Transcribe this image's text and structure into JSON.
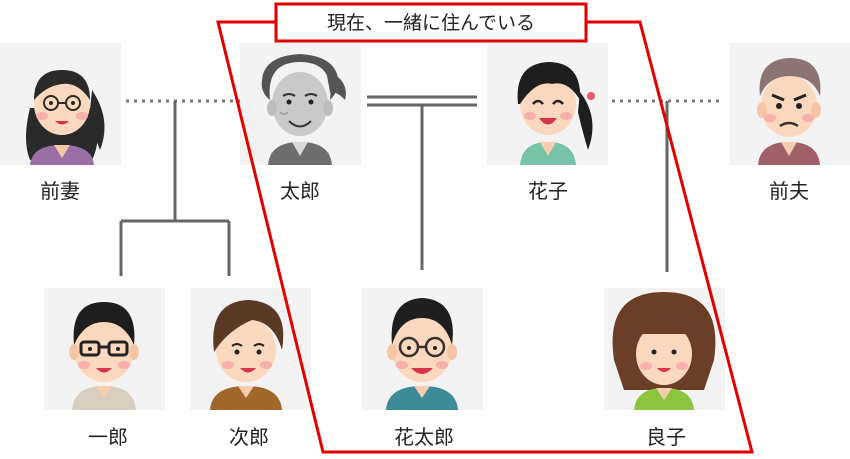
{
  "title": "現在、一緒に住んでいる",
  "people": {
    "zensai": "前妻",
    "taro": "太郎",
    "hanako": "花子",
    "zenfu": "前夫",
    "ichiro": "一郎",
    "jiro": "次郎",
    "hanataro": "花太郎",
    "ryoko": "良子"
  },
  "colors": {
    "highlight": "#e00000",
    "line": "#666666",
    "dotted": "#777777"
  }
}
